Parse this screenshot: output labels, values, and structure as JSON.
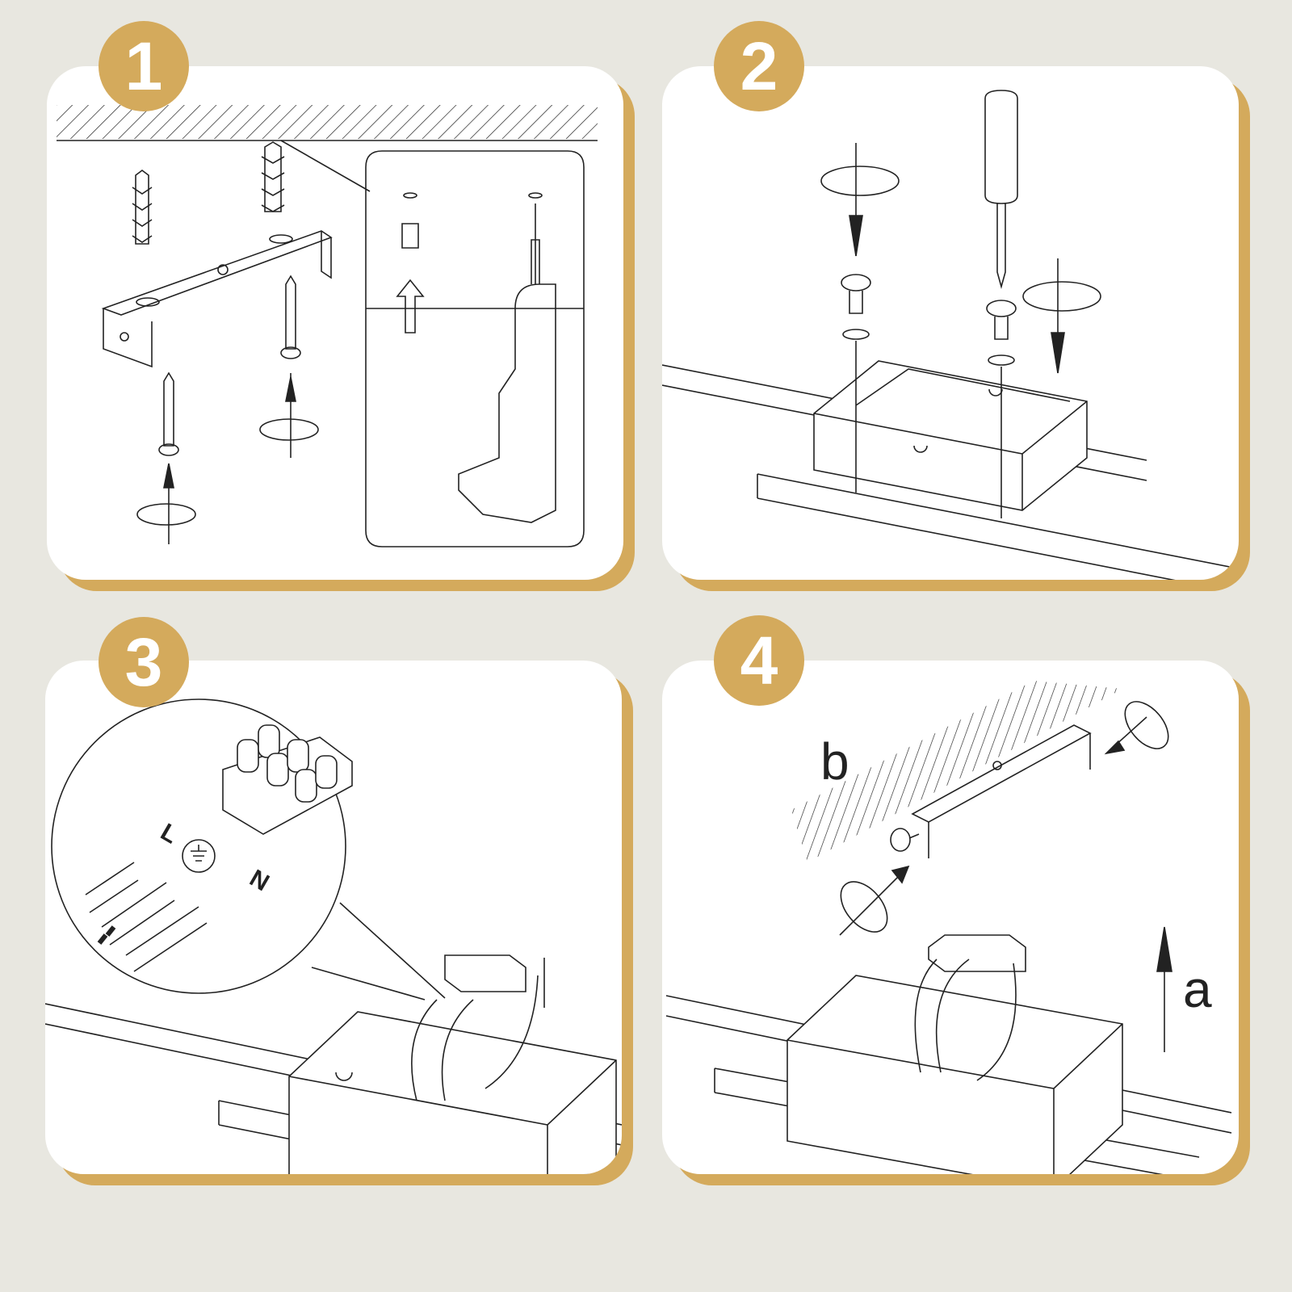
{
  "colors": {
    "accent": "#d4aa5c",
    "background": "#e8e7e0",
    "panel": "#ffffff",
    "line": "#222222"
  },
  "steps": [
    {
      "number": "1"
    },
    {
      "number": "2"
    },
    {
      "number": "3",
      "wire_labels": {
        "live": "L",
        "neutral": "N"
      }
    },
    {
      "number": "4",
      "labels": {
        "a": "a",
        "b": "b"
      }
    }
  ]
}
